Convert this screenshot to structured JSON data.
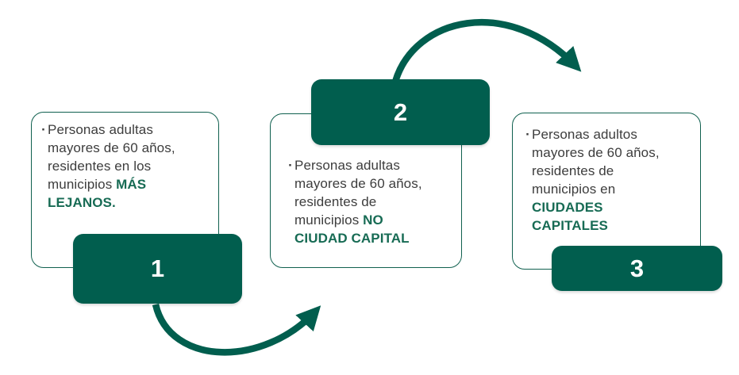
{
  "diagram": {
    "bullet": "·",
    "colors": {
      "green_fill": "#015E4E",
      "green_border": "#10604F",
      "text_gray": "#3D3D3D",
      "highlight_green": "#176B54"
    },
    "steps": [
      {
        "number": "1",
        "full_text": "Personas adultas mayores de 60 años, residentes en los municipios MÁS LEJANOS.",
        "lines": [
          [
            {
              "text": "Personas adultas"
            }
          ],
          [
            {
              "text": "mayores de 60 años,"
            }
          ],
          [
            {
              "text": "residentes en los"
            }
          ],
          [
            {
              "text": "municipios "
            },
            {
              "text": "MÁS",
              "bold": true
            }
          ],
          [
            {
              "text": "LEJANOS.",
              "bold": true
            }
          ]
        ]
      },
      {
        "number": "2",
        "full_text": "Personas adultas mayores de 60 años, residentes de municipios NO CIUDAD CAPITAL",
        "lines": [
          [
            {
              "text": "Personas adultas"
            }
          ],
          [
            {
              "text": "mayores de 60 años,"
            }
          ],
          [
            {
              "text": "residentes de"
            }
          ],
          [
            {
              "text": "municipios "
            },
            {
              "text": "NO",
              "bold": true
            }
          ],
          [
            {
              "text": "CIUDAD CAPITAL",
              "bold": true
            }
          ]
        ]
      },
      {
        "number": "3",
        "full_text": "Personas adultos mayores de 60 años, residentes de municipios en CIUDADES CAPITALES",
        "lines": [
          [
            {
              "text": "Personas adultos"
            }
          ],
          [
            {
              "text": "mayores de 60 años,"
            }
          ],
          [
            {
              "text": "residentes de"
            }
          ],
          [
            {
              "text": "municipios en"
            }
          ],
          [
            {
              "text": "CIUDADES",
              "bold": true
            }
          ],
          [
            {
              "text": "CAPITALES",
              "bold": true
            }
          ]
        ]
      }
    ]
  }
}
